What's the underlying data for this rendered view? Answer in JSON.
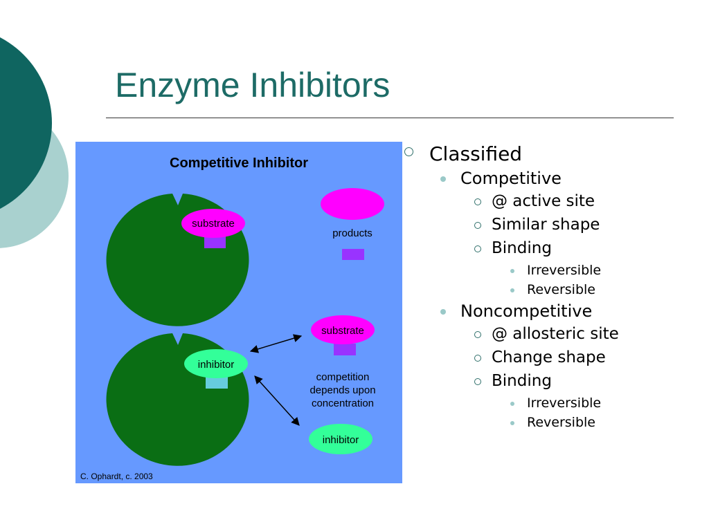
{
  "slide": {
    "title": "Enzyme Inhibitors",
    "colors": {
      "title": "#1d6b66",
      "deco_dark": "#0f6560",
      "deco_light": "#a9d1cf",
      "figure_bg": "#6699ff",
      "enzyme": "#0a6e14",
      "substrate": "#ff00ff",
      "product": "#9933ff",
      "inhibitor": "#33ff99"
    }
  },
  "figure": {
    "heading": "Competitive Inhibitor",
    "substrate_label": "substrate",
    "products_label": "products",
    "inhibitor_label": "inhibitor",
    "substrate_free_label": "substrate",
    "inhibitor_free_label": "inhibitor",
    "competition_line1": "competition",
    "competition_line2": "depends upon",
    "competition_line3": "concentration",
    "credit": "C. Ophardt, c. 2003"
  },
  "bullets": [
    {
      "level": 1,
      "text": "Classified"
    },
    {
      "level": 2,
      "text": "Competitive"
    },
    {
      "level": 3,
      "text": "@ active site"
    },
    {
      "level": 3,
      "text": "Similar shape"
    },
    {
      "level": 3,
      "text": "Binding"
    },
    {
      "level": 4,
      "text": "Irreversible"
    },
    {
      "level": 4,
      "text": "Reversible"
    },
    {
      "level": 2,
      "text": "Noncompetitive"
    },
    {
      "level": 3,
      "text": "@ allosteric site"
    },
    {
      "level": 3,
      "text": "Change shape"
    },
    {
      "level": 3,
      "text": "Binding"
    },
    {
      "level": 4,
      "text": "Irreversible"
    },
    {
      "level": 4,
      "text": "Reversible"
    }
  ]
}
